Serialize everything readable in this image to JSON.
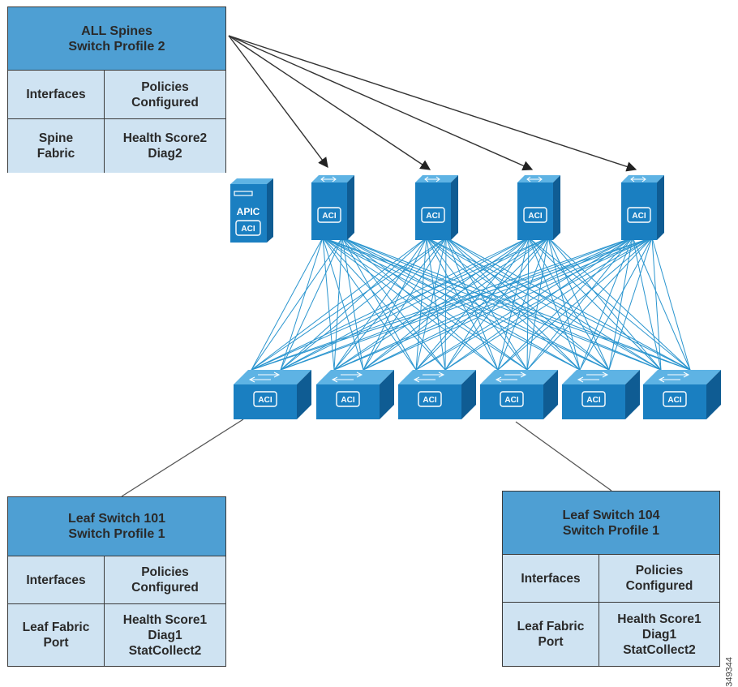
{
  "spine_profile": {
    "title_line1": "ALL Spines",
    "title_line2": "Switch Profile 2",
    "col1_header": "Interfaces",
    "col2_header_line1": "Policies",
    "col2_header_line2": "Configured",
    "col1_value_line1": "Spine",
    "col1_value_line2": "Fabric",
    "col2_value_line1": "Health Score2",
    "col2_value_line2": "Diag2"
  },
  "leaf_profile_101": {
    "title_line1": "Leaf Switch 101",
    "title_line2": "Switch Profile 1",
    "col1_header": "Interfaces",
    "col2_header_line1": "Policies",
    "col2_header_line2": "Configured",
    "col1_value_line1": "Leaf Fabric",
    "col1_value_line2": "Port",
    "col2_value_line1": "Health Score1",
    "col2_value_line2": "Diag1",
    "col2_value_line3": "StatCollect2"
  },
  "leaf_profile_104": {
    "title_line1": "Leaf Switch 104",
    "title_line2": "Switch Profile 1",
    "col1_header": "Interfaces",
    "col2_header_line1": "Policies",
    "col2_header_line2": "Configured",
    "col1_value_line1": "Leaf Fabric",
    "col1_value_line2": "Port",
    "col2_value_line1": "Health Score1",
    "col2_value_line2": "Diag1",
    "col2_value_line3": "StatCollect2"
  },
  "apic": {
    "label": "APIC",
    "badge": "ACI"
  },
  "device_badge": "ACI",
  "image_id": "349344",
  "colors": {
    "header_fill": "#4e9fd3",
    "cell_fill": "#cfe3f2",
    "device_front": "#1a7fc1",
    "device_top": "#5eb3e4",
    "device_side": "#0f5c93",
    "fabric_link": "#2a95cf",
    "arrow": "#333333"
  }
}
